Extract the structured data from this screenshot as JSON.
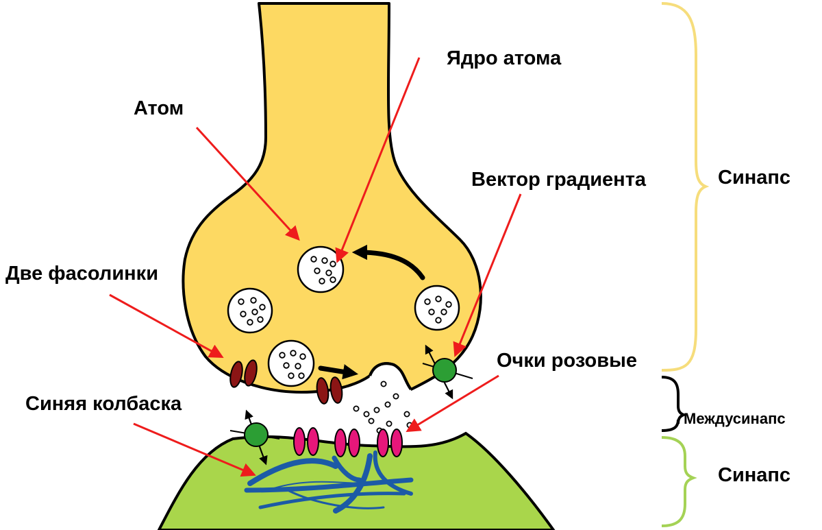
{
  "labels": {
    "atom": "Атом",
    "nucleus": "Ядро атома",
    "gradient_vector": "Вектор градиента",
    "synapse_top": "Синапс",
    "two_beans": "Две фасолинки",
    "pink_glasses": "Очки розовые",
    "blue_sausage": "Синяя колбаска",
    "intersynapse": "Междусинапс",
    "synapse_bottom": "Синапс"
  },
  "colors": {
    "presynaptic_fill": "#fdd962",
    "postsynaptic_fill": "#a9d64b",
    "arrow_red": "#ee1c1c",
    "brace_yellow": "#f6dd7c",
    "brace_green": "#a4d255",
    "bean_dark_red": "#8b1515",
    "receptor_pink": "#e6177a",
    "transporter_green": "#2c9e34",
    "fiber_blue": "#1c5aa6"
  }
}
